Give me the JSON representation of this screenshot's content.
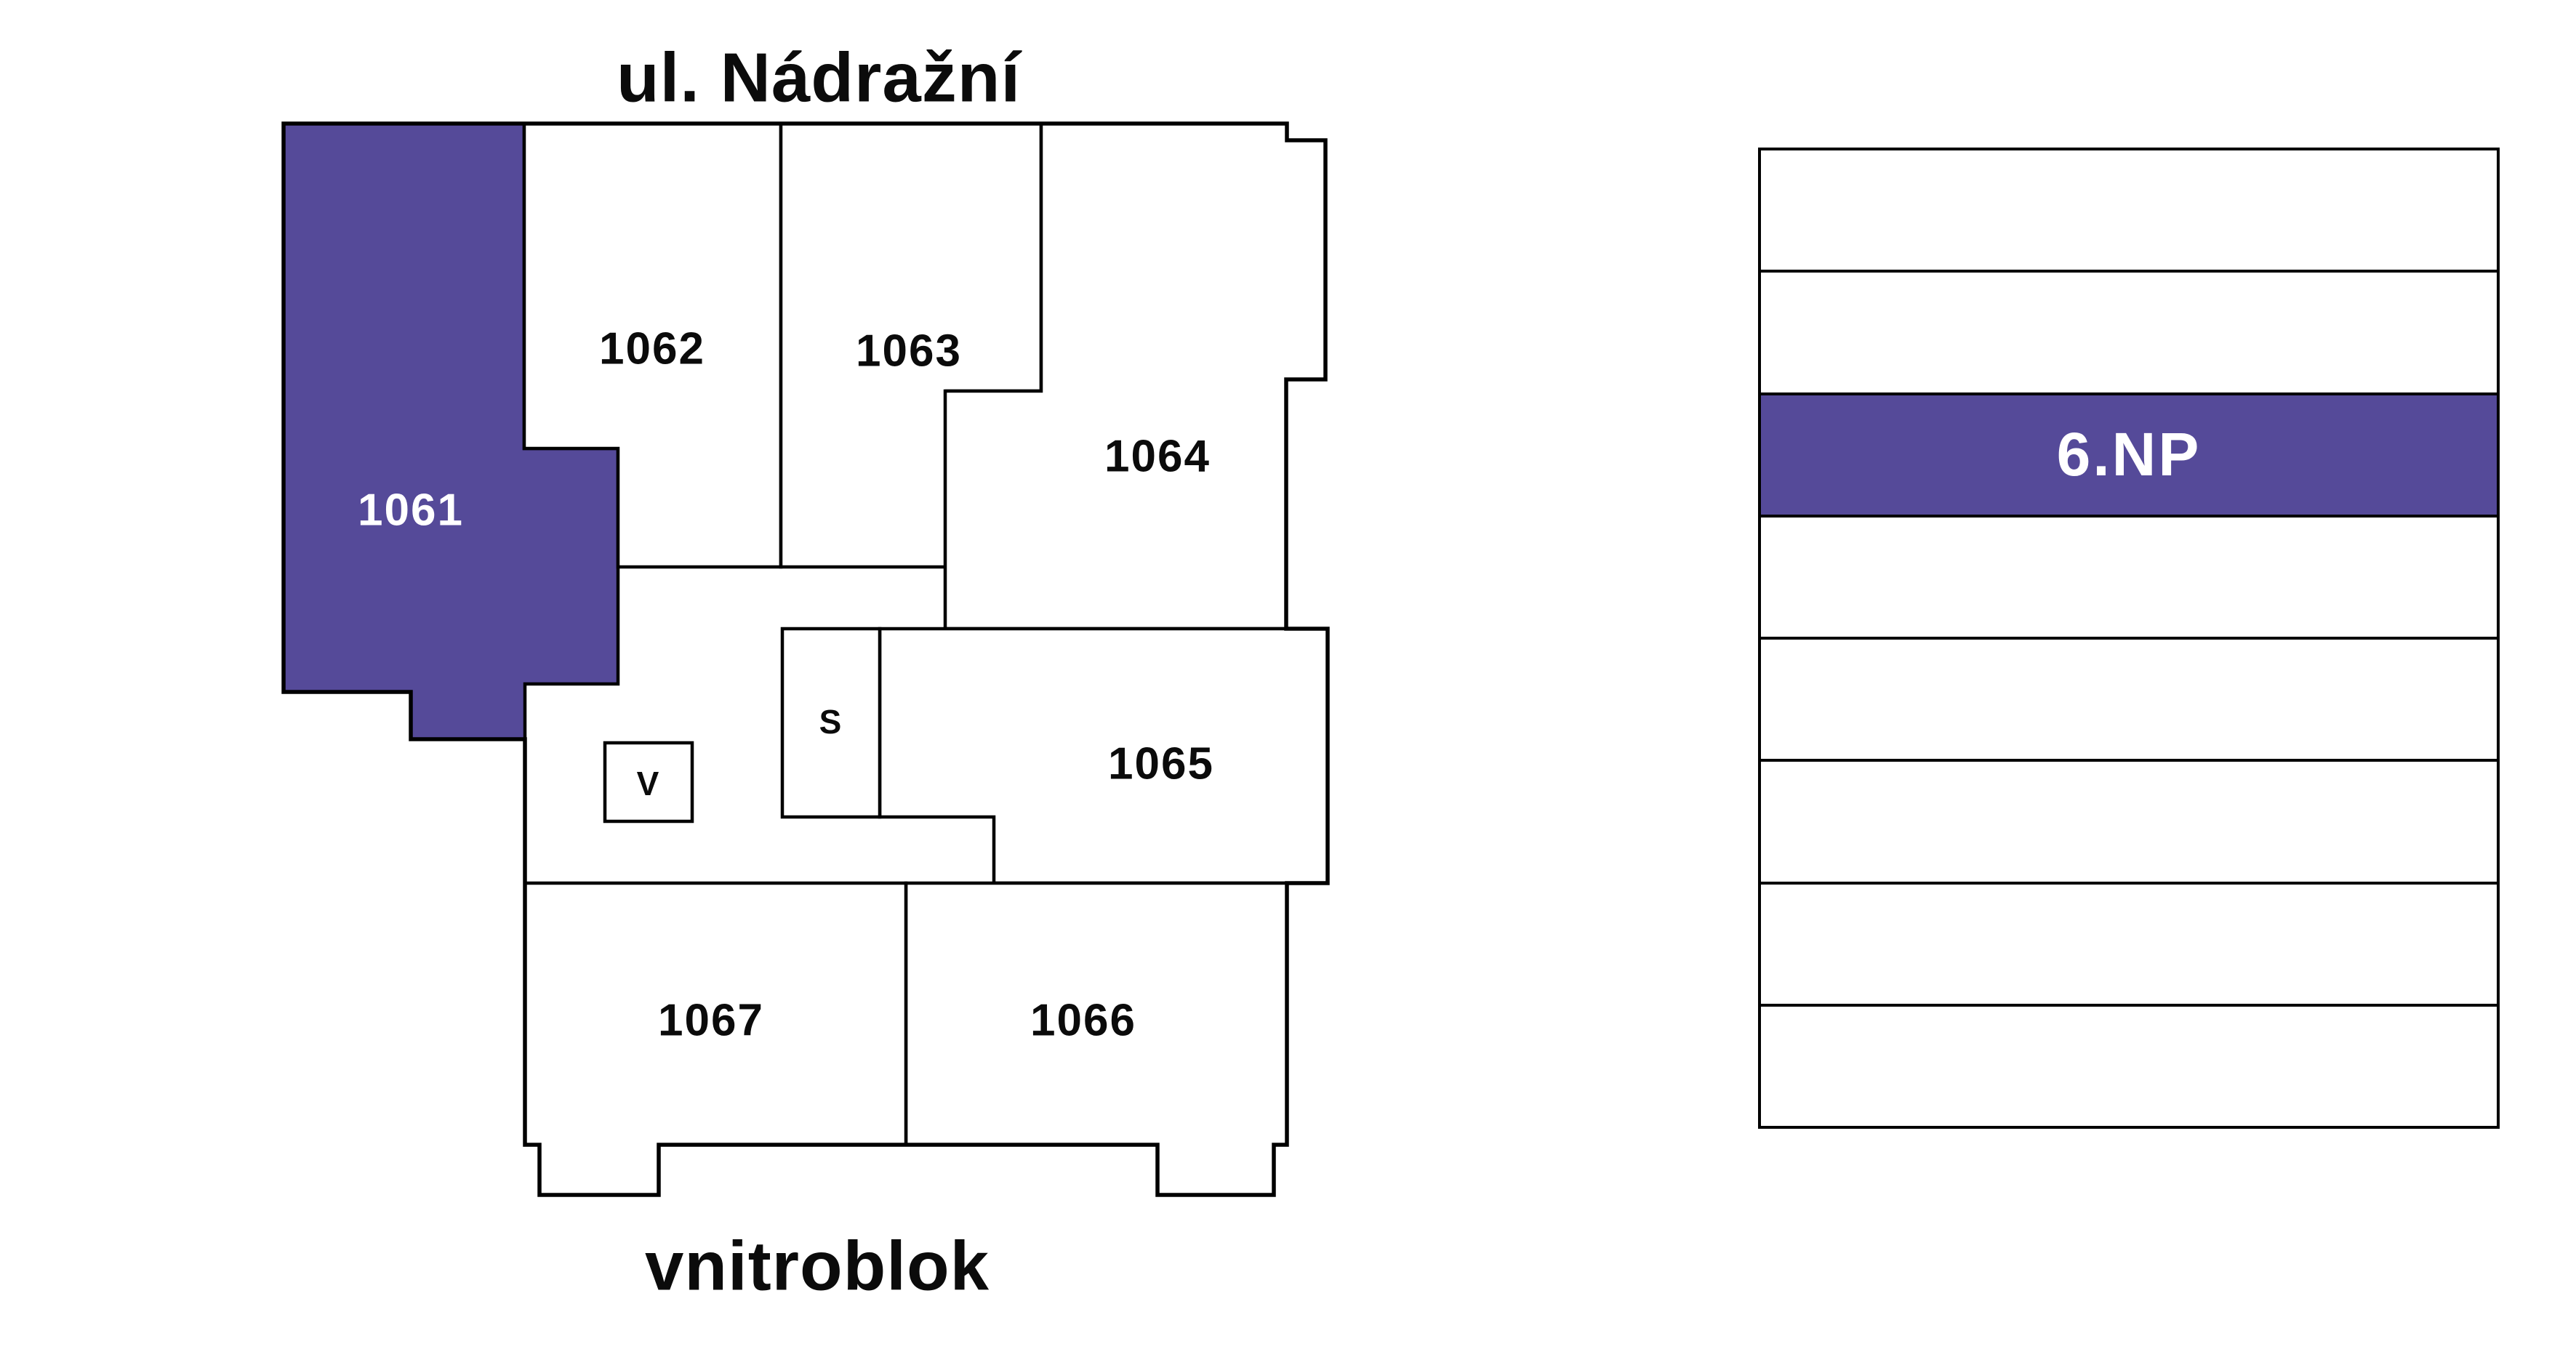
{
  "colors": {
    "accent_purple": "#554A99",
    "line_black": "#000000",
    "text_black": "#0b0b0b",
    "text_white": "#ffffff",
    "background": "#ffffff"
  },
  "plan": {
    "street_label_top": "ul. Nádražní",
    "street_label_bottom": "vnitroblok",
    "units": [
      {
        "id": "1061",
        "label": "1061",
        "highlighted": true
      },
      {
        "id": "1062",
        "label": "1062",
        "highlighted": false
      },
      {
        "id": "1063",
        "label": "1063",
        "highlighted": false
      },
      {
        "id": "1064",
        "label": "1064",
        "highlighted": false
      },
      {
        "id": "1065",
        "label": "1065",
        "highlighted": false
      },
      {
        "id": "1066",
        "label": "1066",
        "highlighted": false
      },
      {
        "id": "1067",
        "label": "1067",
        "highlighted": false
      },
      {
        "id": "V",
        "label": "V",
        "highlighted": false
      },
      {
        "id": "S",
        "label": "S",
        "highlighted": false
      }
    ]
  },
  "floor_selector": {
    "active_label": "6.NP",
    "floors": [
      {
        "label": "",
        "active": false
      },
      {
        "label": "",
        "active": false
      },
      {
        "label": "6.NP",
        "active": true
      },
      {
        "label": "",
        "active": false
      },
      {
        "label": "",
        "active": false
      },
      {
        "label": "",
        "active": false
      },
      {
        "label": "",
        "active": false
      },
      {
        "label": "",
        "active": false
      }
    ]
  }
}
